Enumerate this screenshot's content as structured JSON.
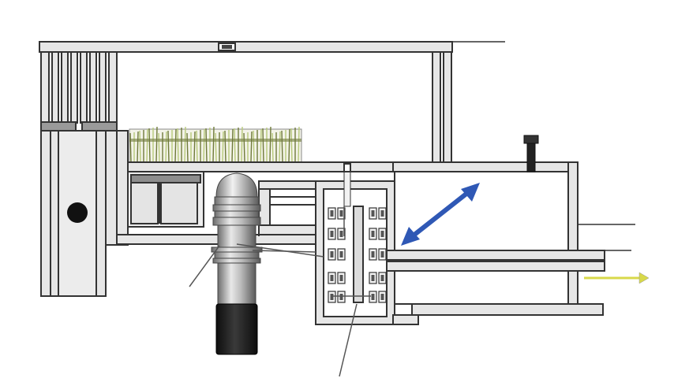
{
  "diagram": {
    "top_label": "",
    "colors": {
      "background": "#ffffff",
      "frame_fill": "#e6e6e6",
      "frame_stroke": "#333333",
      "dark_fill": "#1a1a1a",
      "grass_green": "#b7c97a",
      "grass_dark": "#6f7a3a",
      "bidirectional_arrow": "#2f58b5",
      "output_arrow": "#d8d94a"
    },
    "components": [
      "top-beam",
      "left-column-frame",
      "seedling-tray",
      "sliding-window-box",
      "valve-bulb",
      "pipe-assembly",
      "gearbox-housing",
      "conveyor-rail",
      "right-chamber",
      "bolt-fixture",
      "bidirectional-arrow",
      "output-arrow",
      "pointer-leader-lines"
    ]
  }
}
